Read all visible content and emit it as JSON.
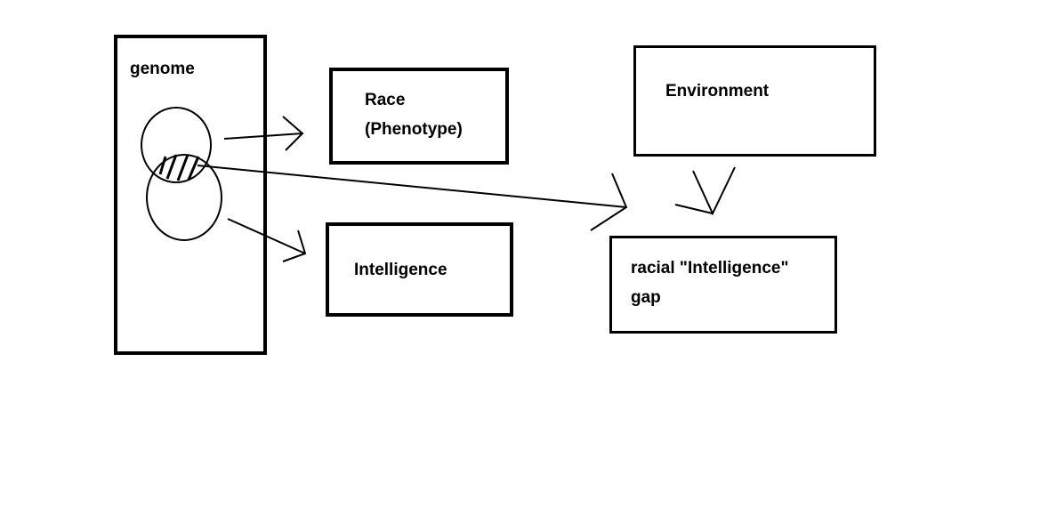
{
  "diagram": {
    "genome": {
      "label": "genome"
    },
    "race": {
      "line1": "Race",
      "line2": "(Phenotype)"
    },
    "intelligence": {
      "label": "Intelligence"
    },
    "environment": {
      "label": "Environment"
    },
    "gap": {
      "line1": "racial \"Intelligence\"",
      "line2": "gap"
    }
  }
}
